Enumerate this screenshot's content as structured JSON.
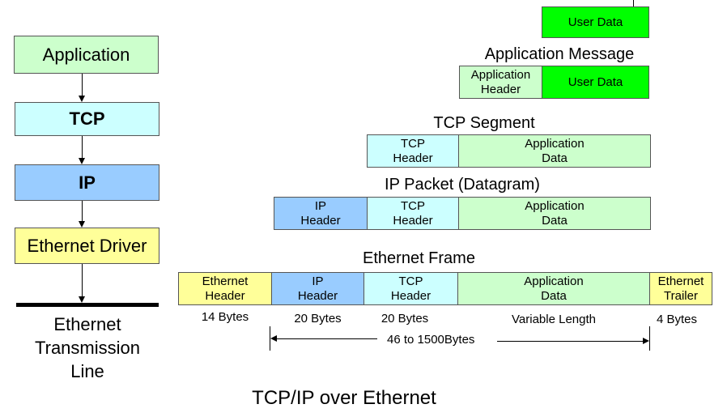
{
  "stack": {
    "application": "Application",
    "tcp": "TCP",
    "ip": "IP",
    "ethernet_driver": "Ethernet Driver",
    "line_label": [
      "Ethernet",
      "Transmission",
      "Line"
    ]
  },
  "user_data": {
    "label": "User Data"
  },
  "application_message": {
    "title": "Application Message",
    "cells": [
      {
        "line1": "Application",
        "line2": "Header"
      },
      {
        "line1": "User Data",
        "line2": ""
      }
    ]
  },
  "tcp_segment": {
    "title": "TCP Segment",
    "cells": [
      {
        "line1": "TCP",
        "line2": "Header"
      },
      {
        "line1": "Application",
        "line2": "Data"
      }
    ]
  },
  "ip_packet": {
    "title": "IP Packet (Datagram)",
    "cells": [
      {
        "line1": "IP",
        "line2": "Header"
      },
      {
        "line1": "TCP",
        "line2": "Header"
      },
      {
        "line1": "Application",
        "line2": "Data"
      }
    ]
  },
  "ethernet_frame": {
    "title": "Ethernet Frame",
    "cells": [
      {
        "line1": "Ethernet",
        "line2": "Header",
        "size": "14 Bytes"
      },
      {
        "line1": "IP",
        "line2": "Header",
        "size": "20 Bytes"
      },
      {
        "line1": "TCP",
        "line2": "Header",
        "size": "20 Bytes"
      },
      {
        "line1": "Application",
        "line2": "Data",
        "size": "Variable Length"
      },
      {
        "line1": "Ethernet",
        "line2": "Trailer",
        "size": "4 Bytes"
      }
    ],
    "span_label": "46 to 1500Bytes"
  },
  "caption": "TCP/IP over Ethernet",
  "colors": {
    "application": "#ccffcc",
    "tcp": "#ccffff",
    "ip": "#99ccff",
    "ethernet": "#ffff99",
    "user_data": "#00ff00"
  }
}
